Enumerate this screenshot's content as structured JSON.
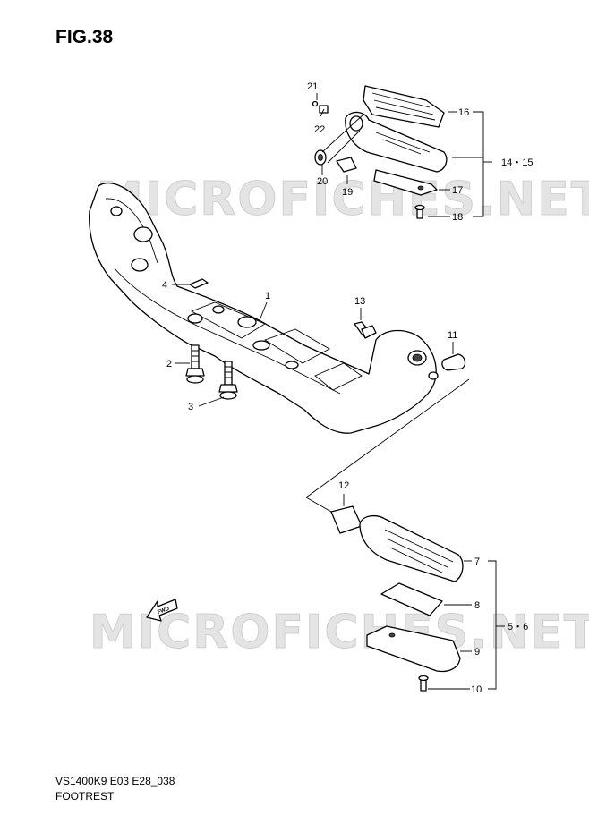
{
  "figure": {
    "title": "FIG.38",
    "code": "VS1400K9 E03 E28_038",
    "caption": "FOOTREST"
  },
  "watermark": "MICROFICHES.NET",
  "fwd_label": "FWD",
  "callouts": {
    "p1": "1",
    "p2": "2",
    "p3": "3",
    "p4": "4",
    "p5_6": "5・6",
    "p7": "7",
    "p8": "8",
    "p9": "9",
    "p10": "10",
    "p11": "11",
    "p12": "12",
    "p13": "13",
    "p14_15": "14・15",
    "p16": "16",
    "p17": "17",
    "p18": "18",
    "p19": "19",
    "p20": "20",
    "p21": "21",
    "p22": "22"
  }
}
